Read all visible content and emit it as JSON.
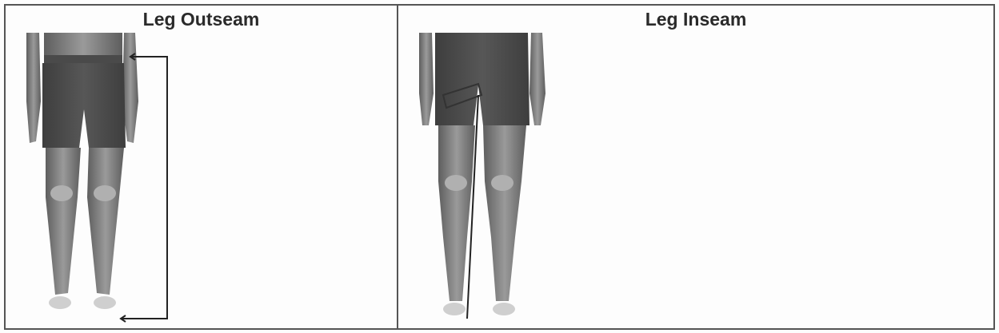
{
  "measurements": [
    {
      "title": "Leg Outseam",
      "figure": "leg-outseam-illustration"
    },
    {
      "title": "Leg Inseam",
      "figure": "leg-inseam-illustration"
    }
  ]
}
